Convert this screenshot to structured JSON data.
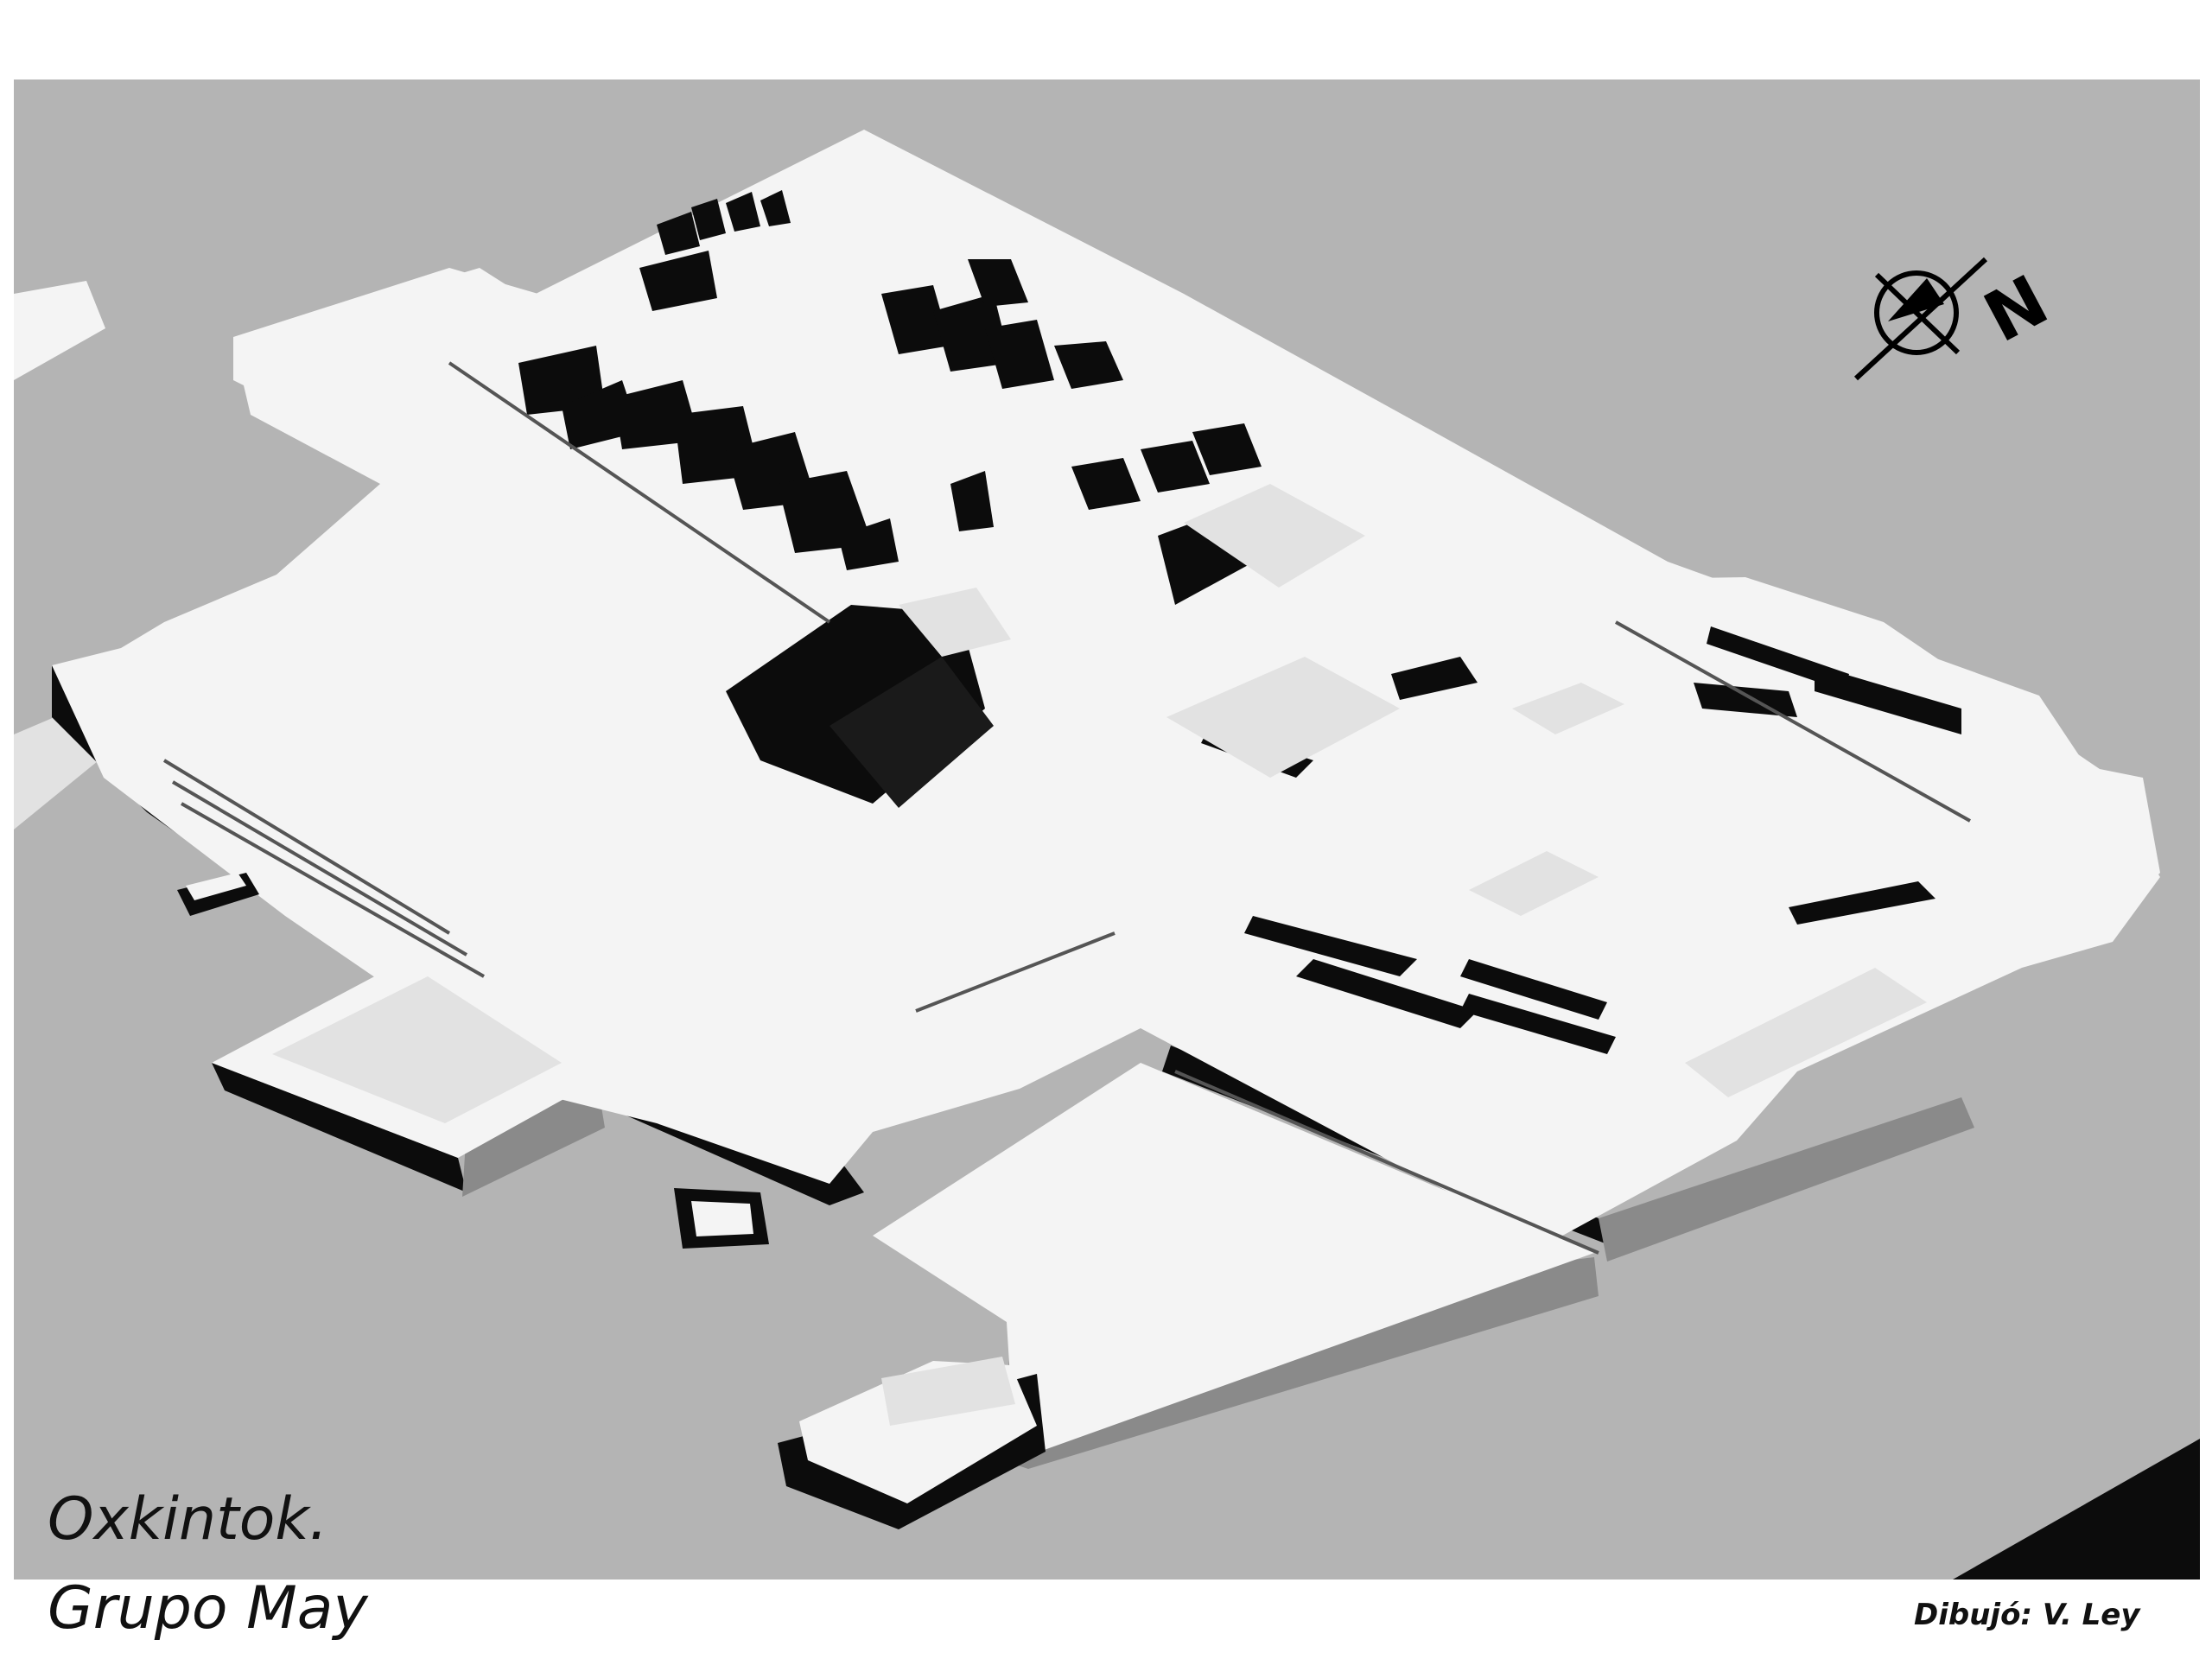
{
  "title": {
    "line1": "Oxkintok.",
    "line2": "Grupo  May"
  },
  "credit": "Dibujó:  V. Ley",
  "north_label": "N",
  "colors": {
    "ground": "#b4b4b4",
    "platform": "#f4f4f4",
    "shadow": "#0c0c0c",
    "dark_structure": "#1a1a1a",
    "caption": "#111111"
  },
  "icons": {
    "north_arrow": "compass-north-icon"
  }
}
